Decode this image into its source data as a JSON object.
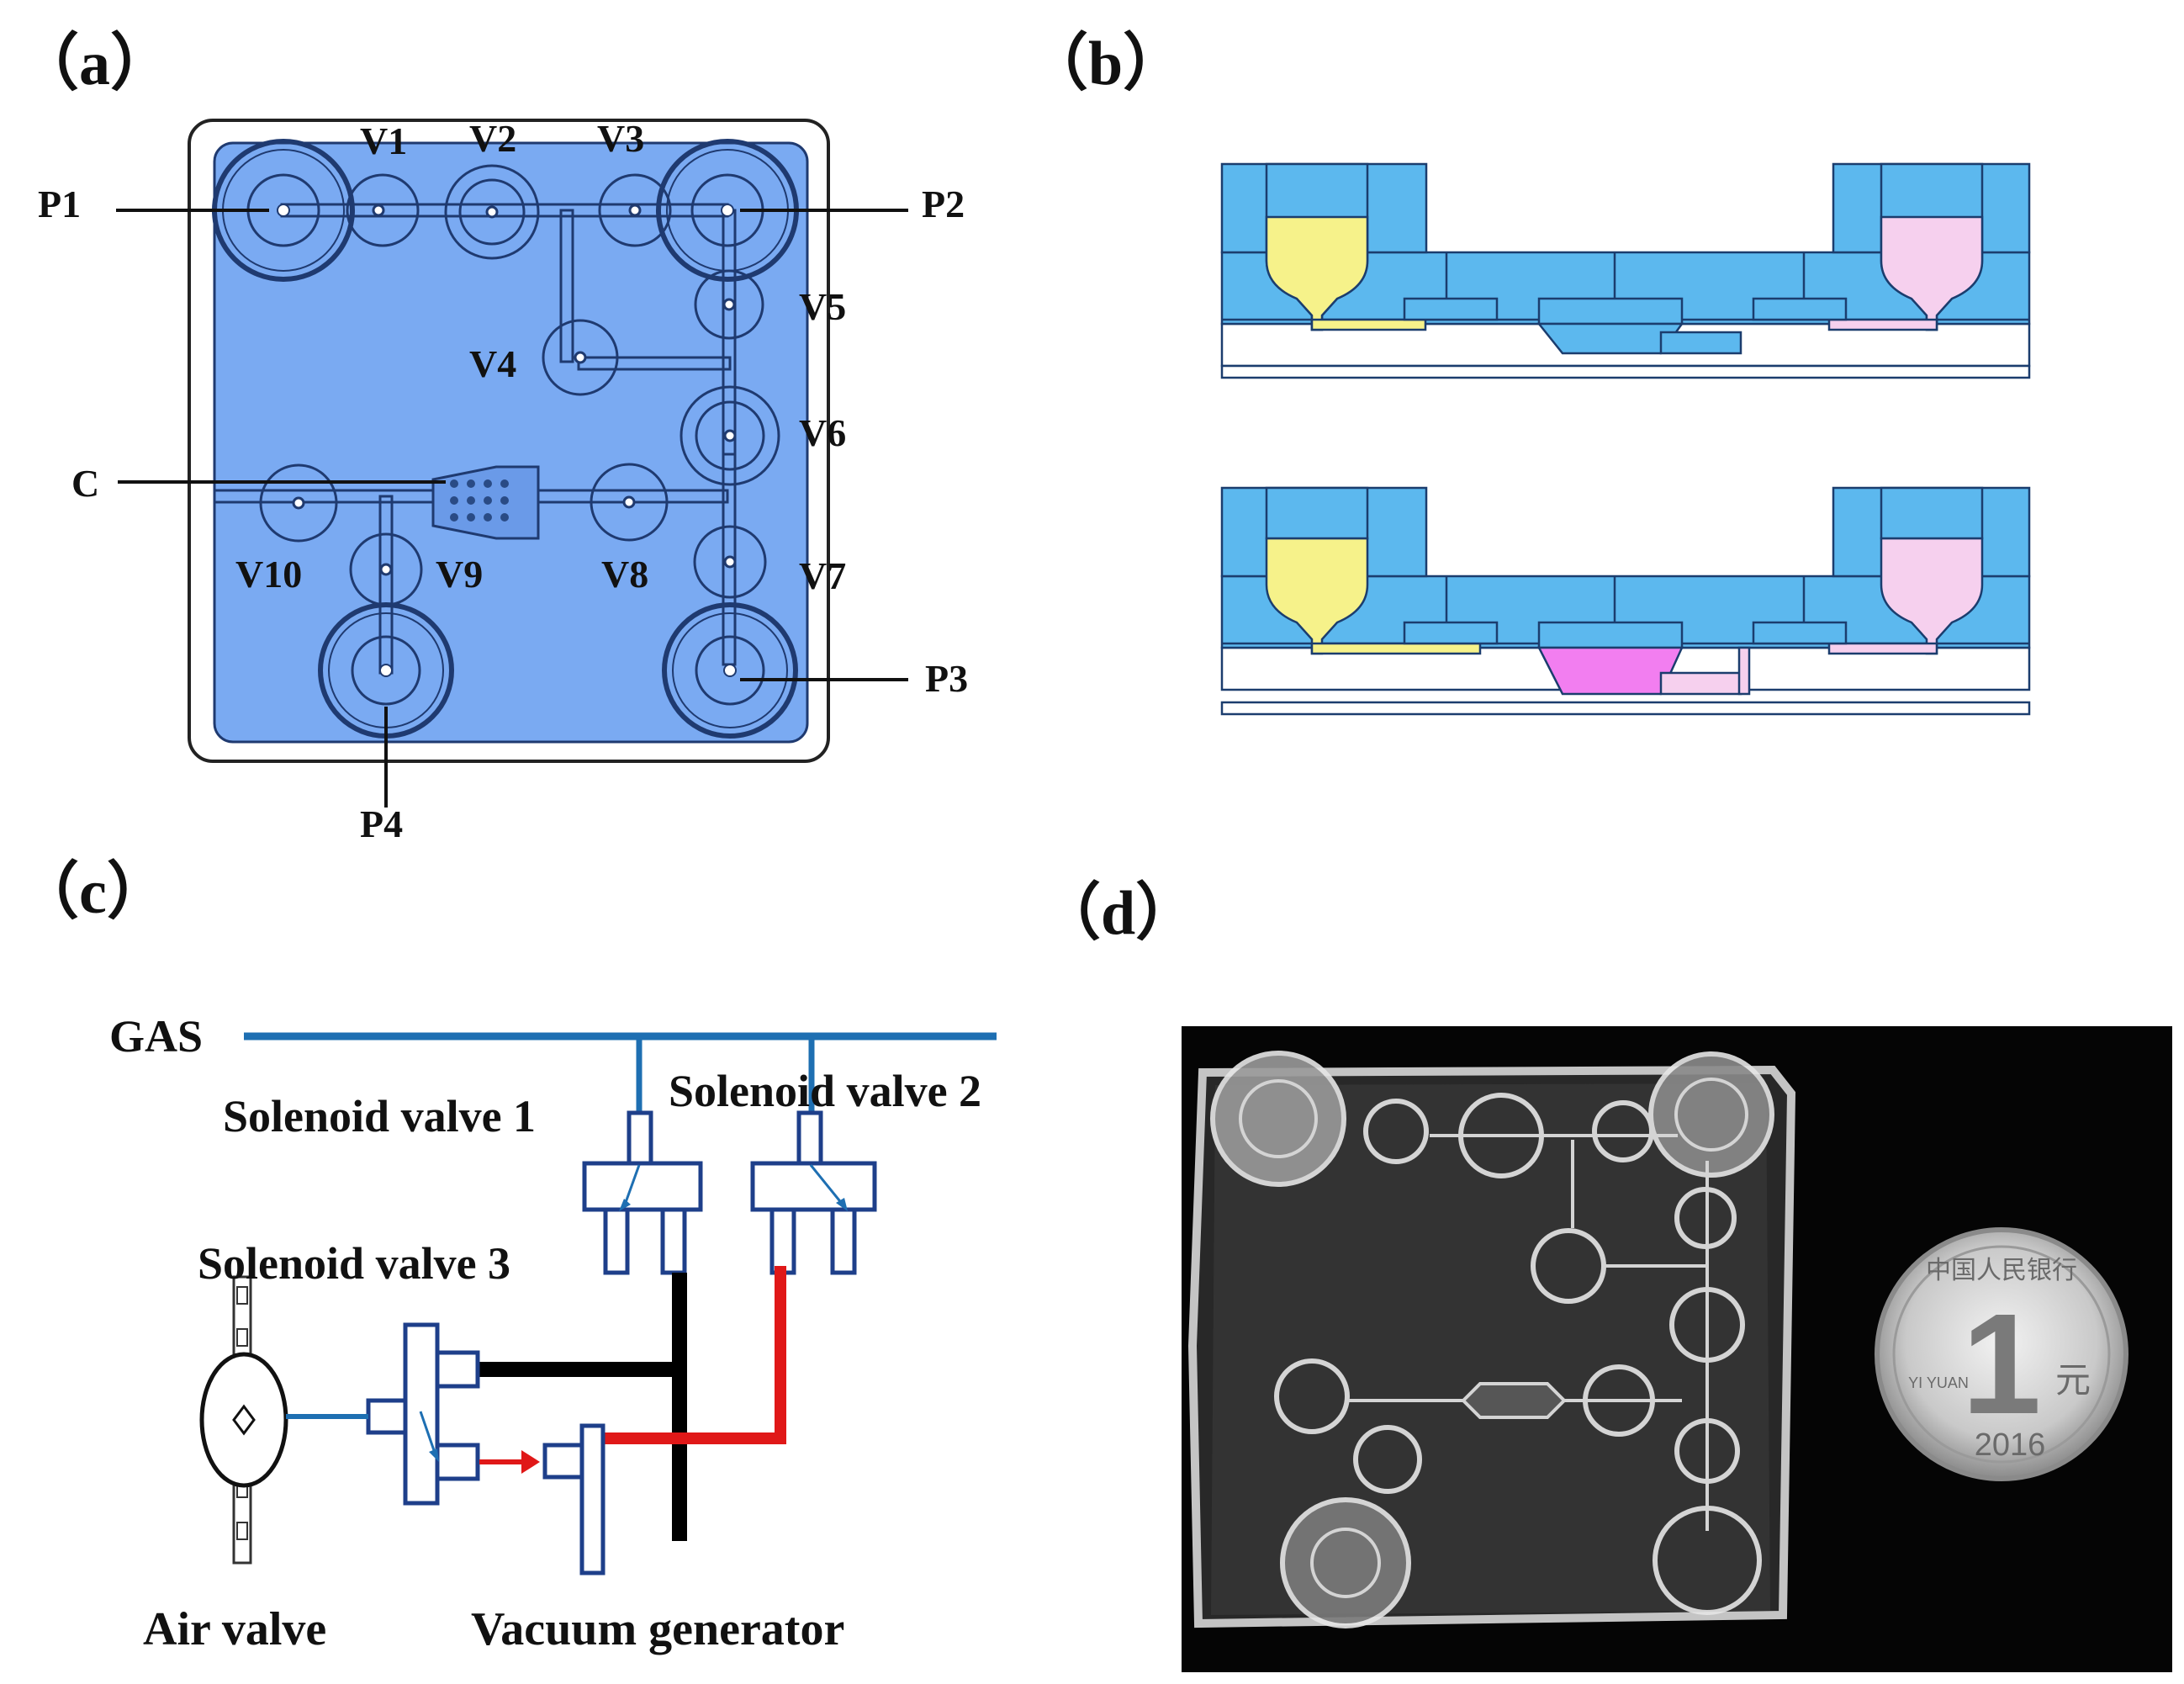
{
  "panels": {
    "a": "（a）",
    "b": "（b）",
    "c": "（c）",
    "d": "（d）"
  },
  "chip_labels": {
    "P1": "P1",
    "P2": "P2",
    "P3": "P3",
    "P4": "P4",
    "C": "C",
    "V1": "V1",
    "V2": "V2",
    "V3": "V3",
    "V4": "V4",
    "V5": "V5",
    "V6": "V6",
    "V7": "V7",
    "V8": "V8",
    "V9": "V9",
    "V10": "V10"
  },
  "circuit_labels": {
    "gas": "GAS",
    "sv1": "Solenoid valve 1",
    "sv2": "Solenoid valve 2",
    "sv3": "Solenoid valve 3",
    "air_valve": "Air valve",
    "vacuum_generator": "Vacuum generator"
  },
  "coin": {
    "value": "1",
    "yuan": "元",
    "year": "2016",
    "pinyin": "YI YUAN",
    "country": "中国人民银行"
  },
  "colors": {
    "chip_fill": "#7aaaf2",
    "cross_blue": "#5cb8ee",
    "yellow_liquid": "#f6f28a",
    "pink_liquid": "#f6d0ee",
    "magenta_chamber": "#f27ef0",
    "gas_line": "#1e6fb2",
    "vacuum_line": "#e01818",
    "exhaust_line": "#000000"
  }
}
